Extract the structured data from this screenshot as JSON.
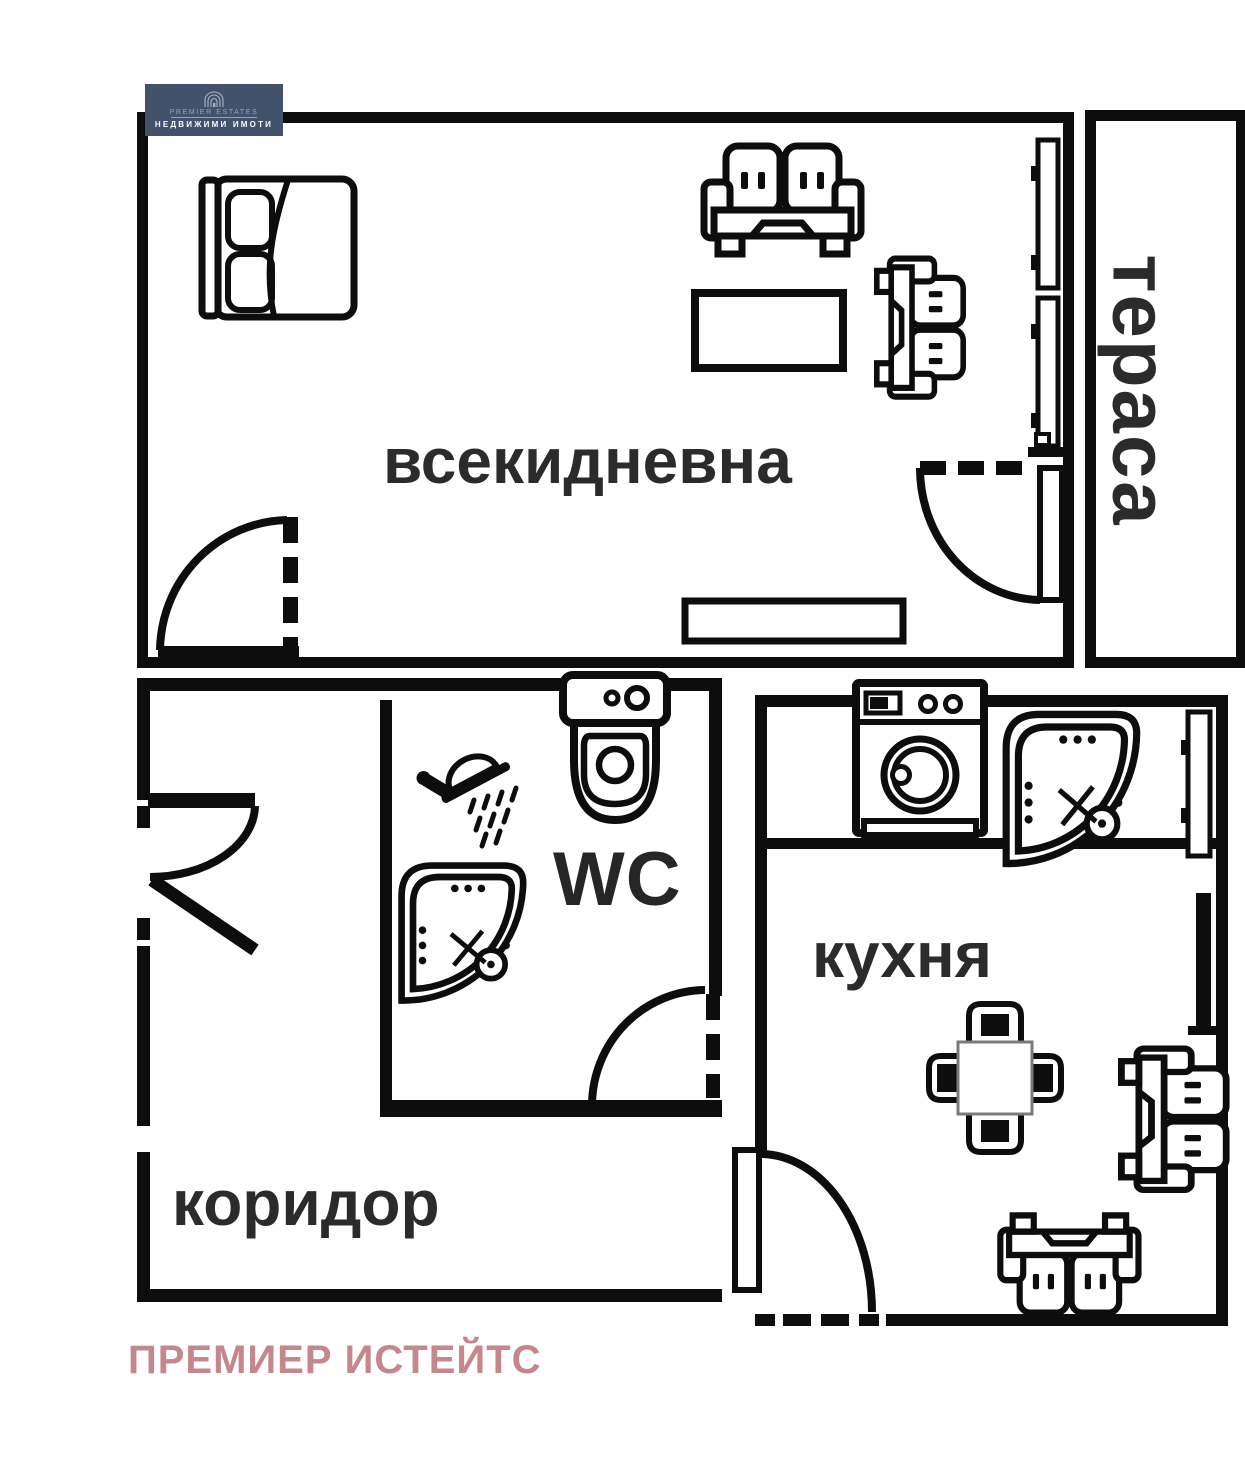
{
  "logo": {
    "brand": "PREMIER ESTATES",
    "subtitle": "НЕДВИЖИМИ ИМОТИ",
    "background": "#42526B",
    "icon": "building-arches-icon"
  },
  "floorplan": {
    "rooms": [
      {
        "id": "living_room",
        "label": "всекидневна"
      },
      {
        "id": "terrace",
        "label": "тераса"
      },
      {
        "id": "wc",
        "label": "WC"
      },
      {
        "id": "kitchen",
        "label": "кухня"
      },
      {
        "id": "corridor",
        "label": "коридор"
      }
    ],
    "wall_color": "#0d0d0d",
    "label_color": "#2b2b2b",
    "furniture_icons": [
      "double-bed-icon",
      "sofa-icon",
      "armchair-icon",
      "coffee-table-icon",
      "tv-stand-icon",
      "window-icon",
      "door-swing-icon",
      "double-door-icon",
      "toilet-icon",
      "shower-icon",
      "corner-bathtub-icon",
      "washing-machine-icon",
      "kitchen-counter-icon",
      "dining-table-icon",
      "chair-icon",
      "radiator-icon"
    ]
  },
  "watermark": {
    "text": "ПРЕМИЕР ИСТЕЙТС",
    "color": "#C5878B"
  }
}
